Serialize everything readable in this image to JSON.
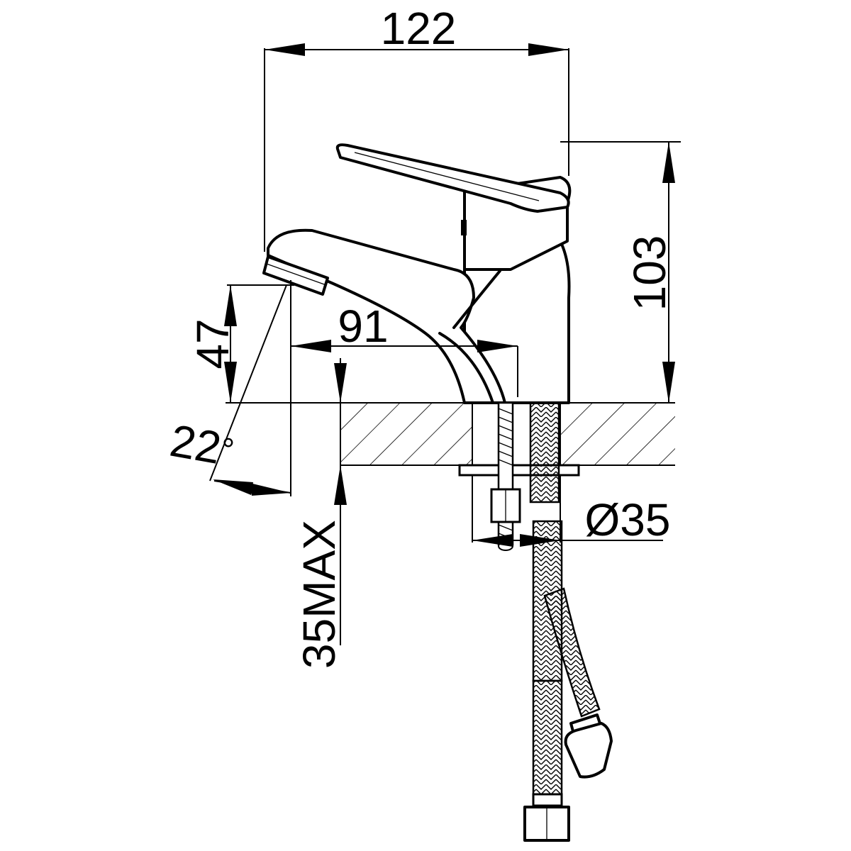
{
  "dimensions": {
    "width_total": "122",
    "height_total": "103",
    "spout_height": "47",
    "spout_reach": "91",
    "spout_angle": "22",
    "degree_symbol": "°",
    "mount_diameter": "Ø35",
    "max_thickness": "35MAX"
  },
  "colors": {
    "line": "#000000",
    "background": "#ffffff"
  }
}
